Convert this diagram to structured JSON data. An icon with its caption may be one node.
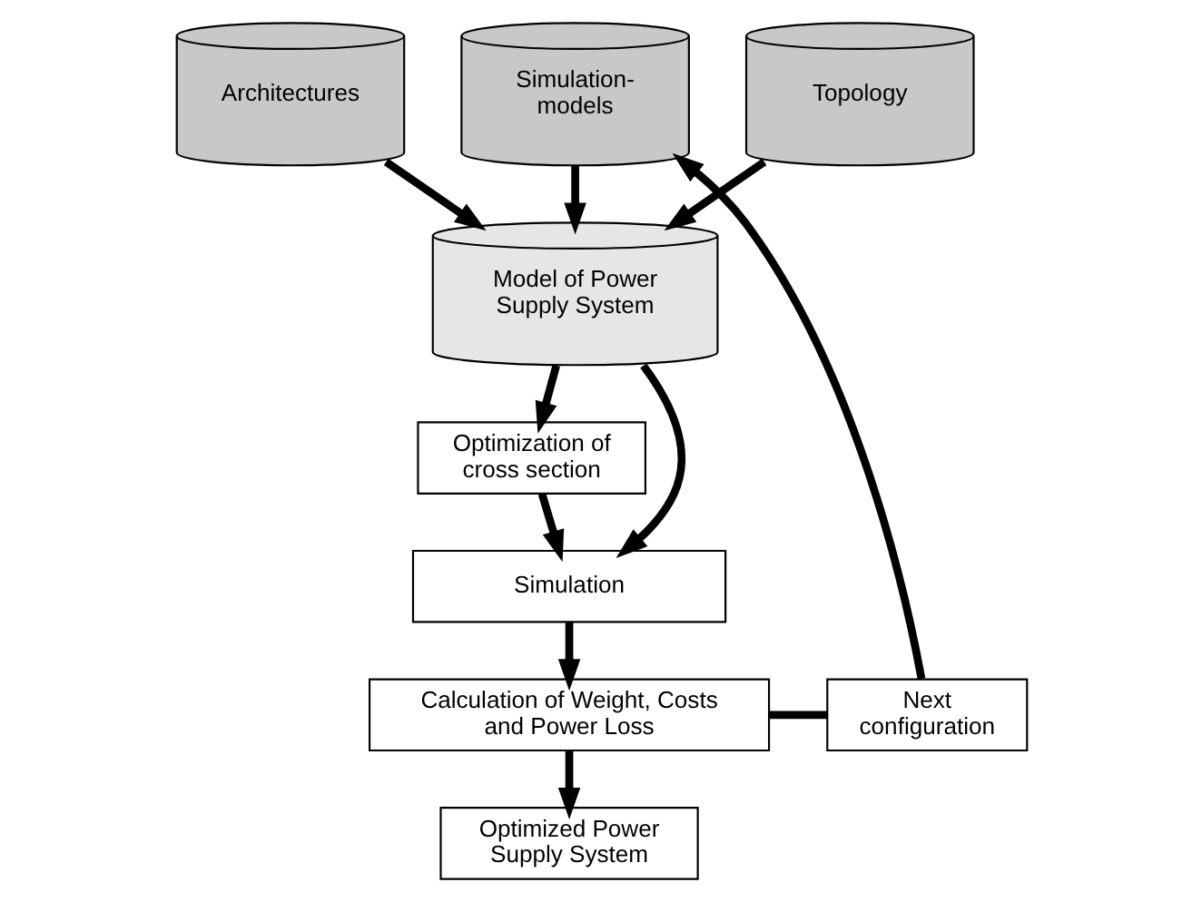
{
  "diagram": {
    "nodes": [
      {
        "text": [
          "Architectures"
        ]
      },
      {
        "text": [
          "Topology"
        ]
      },
      {
        "text": [
          "Simulation- models"
        ]
      },
      {
        "text": [
          "Model of Power Supply System"
        ]
      },
      {
        "text": [
          "Optimization of cross section"
        ]
      },
      {
        "text": [
          "Simulation"
        ]
      },
      {
        "text": [
          "Calculation of Weight, Costs and Power Loss"
        ]
      },
      {
        "text": [
          "Optimized Power Supply System"
        ]
      },
      {
        "text": [
          "Next configuration"
        ]
      }
    ],
    "edges": [
      {
        "from": 0,
        "to": 3,
        "arrow": "to"
      },
      {
        "from": 1,
        "to": 3,
        "arrow": "to"
      },
      {
        "from": 2,
        "to": 3,
        "arrow": "to"
      },
      {
        "from": 3,
        "to": 4,
        "arrow": "to"
      },
      {
        "from": 4,
        "to": 5,
        "arrow": "to"
      },
      {
        "from": 3,
        "to": 5,
        "arrow": "to"
      },
      {
        "from": 5,
        "to": 6,
        "arrow": "to"
      },
      {
        "from": 6,
        "to": 7,
        "arrow": "to"
      },
      {
        "from": 6,
        "to": 8,
        "arrow": "none"
      },
      {
        "from": 8,
        "to": 2,
        "arrow": "to"
      }
    ]
  }
}
